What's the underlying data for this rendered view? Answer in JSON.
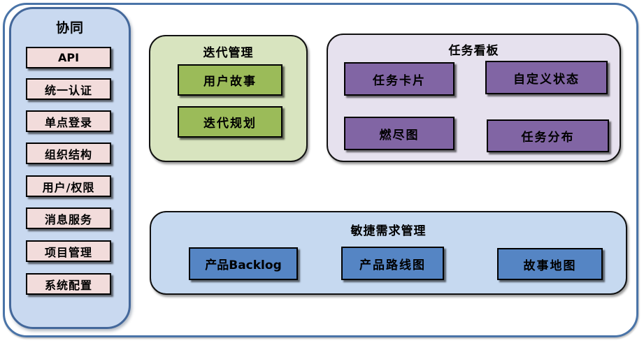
{
  "sidebar": {
    "title": "协同",
    "items": [
      "API",
      "统一认证",
      "单点登录",
      "组织结构",
      "用户/权限",
      "消息服务",
      "项目管理",
      "系统配置"
    ]
  },
  "groups": {
    "iteration": {
      "title": "迭代管理",
      "items": [
        "用户故事",
        "迭代规划"
      ]
    },
    "kanban": {
      "title": "任务看板",
      "items": [
        "任务卡片",
        "自定义状态",
        "燃尽图",
        "任务分布"
      ]
    },
    "agile": {
      "title": "敏捷需求管理",
      "items": [
        "产品Backlog",
        "产品路线图",
        "故事地图"
      ]
    }
  },
  "colors": {
    "frame_border": "#4a74a8",
    "sidebar_fill": "#c9d9f0",
    "sidebar_border": "#44689b",
    "sidebar_item_fill": "#f2dcdb",
    "iteration_fill": "#d8e4bf",
    "iteration_item_fill": "#9bbb59",
    "kanban_fill": "#e6e1ee",
    "kanban_item_fill": "#8165a4",
    "agile_fill": "#c6d9f0",
    "agile_item_fill": "#5585c4",
    "box_border": "#000000",
    "text": "#000000"
  }
}
